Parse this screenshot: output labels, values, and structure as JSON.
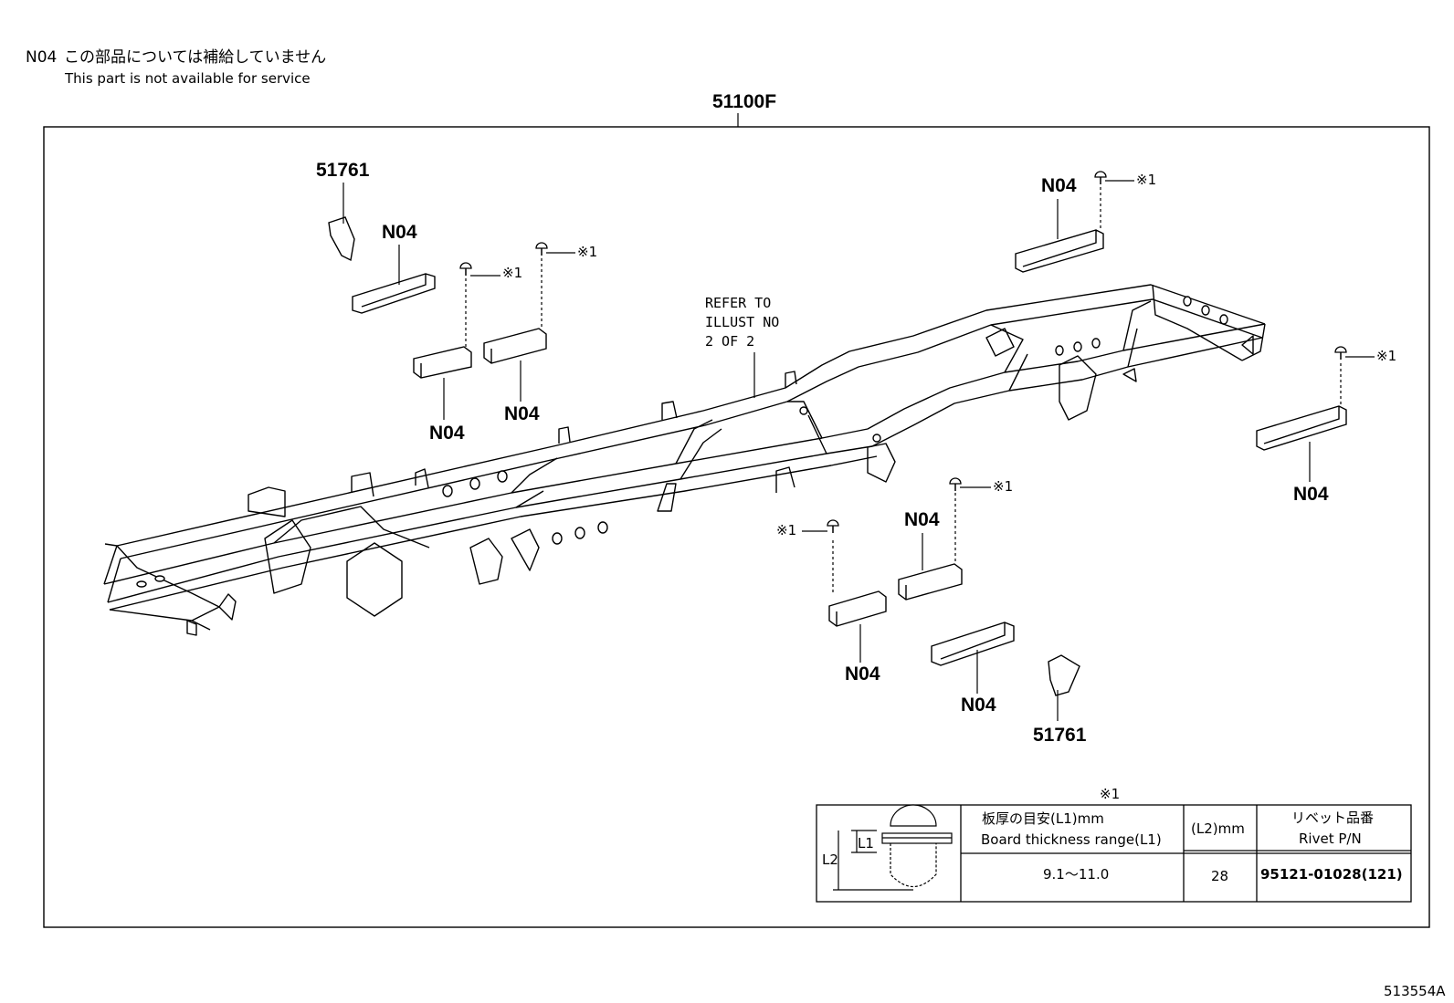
{
  "note": {
    "code": "N04",
    "jp": "この部品については補給していません",
    "en": "This part is not available for service"
  },
  "assembly_number": "51100F",
  "refer": {
    "line1": "REFER TO",
    "line2": "ILLUST NO",
    "line3": "2 OF 2"
  },
  "part_labels": {
    "bracket_top": "51761",
    "bracket_bottom": "51761",
    "n04_1": "N04",
    "n04_2": "N04",
    "n04_3": "N04",
    "n04_4": "N04",
    "n04_5": "N04",
    "n04_6": "N04",
    "n04_7": "N04",
    "n04_8": "N04"
  },
  "rivet_mark": "※1",
  "rivet_table": {
    "mark": "※1",
    "header_thickness_jp": "板厚の目安(L1)mm",
    "header_thickness_en": "Board thickness range(L1)",
    "header_l2": "(L2)mm",
    "header_rivet_jp": "リベット品番",
    "header_rivet_en": "Rivet P/N",
    "label_l1": "L1",
    "label_l2": "L2",
    "value_thickness": "9.1〜11.0",
    "value_l2": "28",
    "value_rivet": "95121-01028(121)"
  },
  "figure_id": "513554A"
}
